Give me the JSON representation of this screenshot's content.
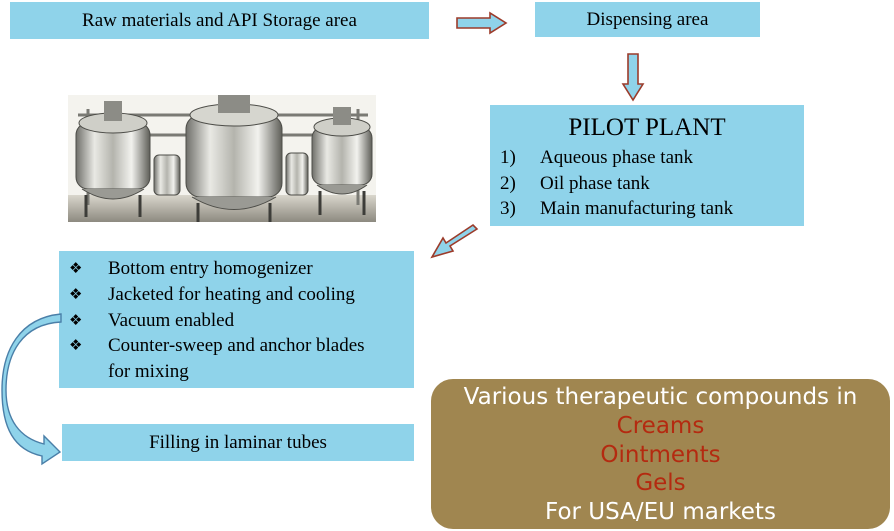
{
  "flow": {
    "raw_materials": "Raw materials and API Storage area",
    "dispensing": "Dispensing area",
    "filling": "Filling in laminar tubes"
  },
  "pilot_plant": {
    "title": "PILOT PLANT",
    "items": [
      {
        "num": "1)",
        "label": "Aqueous phase tank"
      },
      {
        "num": "2)",
        "label": "Oil phase tank"
      },
      {
        "num": "3)",
        "label": "Main manufacturing tank"
      }
    ]
  },
  "features": {
    "bullet": "❖",
    "items": [
      "Bottom entry homogenizer",
      "Jacketed for heating and cooling",
      "Vacuum enabled",
      "Counter-sweep and anchor blades",
      "for mixing"
    ]
  },
  "products": {
    "intro": "Various therapeutic compounds in",
    "types": [
      "Creams",
      "Ointments",
      "Gels"
    ],
    "markets": "For USA/EU markets"
  },
  "colors": {
    "box_fill": "#8fd3ea",
    "products_fill": "#a08650",
    "product_type_text": "#b42a10",
    "arrow_fill": "#8fd3ea",
    "arrow_stroke": "#9c3b2a"
  }
}
